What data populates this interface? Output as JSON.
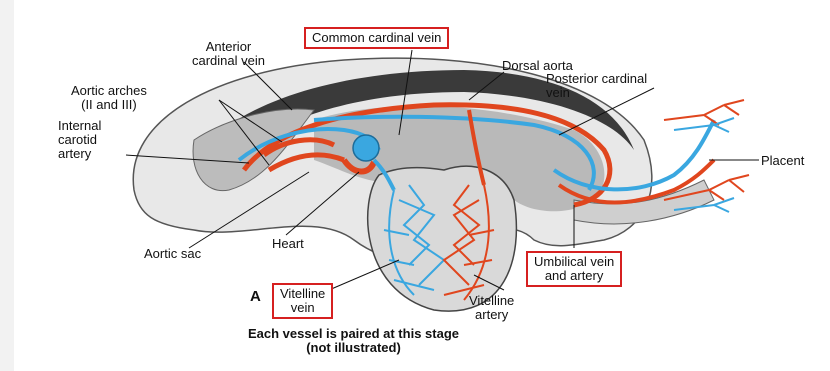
{
  "labels": {
    "anterior_cardinal_vein": "Anterior\ncardinal vein",
    "common_cardinal_vein": "Common cardinal vein",
    "dorsal_aorta": "Dorsal aorta",
    "posterior_cardinal_vein": "Posterior cardinal\nvein",
    "aortic_arches": "Aortic arches\n(II and III)",
    "internal_carotid_artery": "Internal\ncarotid\nartery",
    "placenta": "Placent",
    "heart": "Heart",
    "aortic_sac": "Aortic sac",
    "umbilical_vein_and_artery": "Umbilical vein\nand artery",
    "vitelline_vein": "Vitelline\nvein",
    "vitelline_artery": "Vitelline\nartery",
    "panel_letter": "A",
    "caption": "Each vessel is paired at this stage\n(not illustrated)"
  },
  "colors": {
    "artery": "#e0461e",
    "vein": "#3aa7e0",
    "highlight_box": "#d62020"
  }
}
